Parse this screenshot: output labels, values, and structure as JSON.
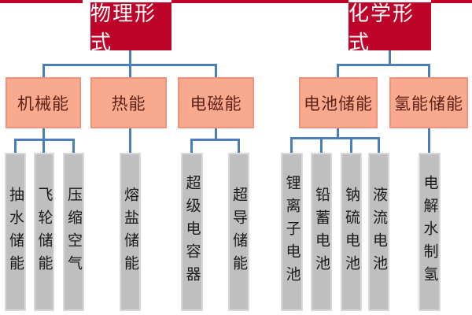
{
  "colors": {
    "accent_red": "#BE0429",
    "salmon_fill": "#F8A98E",
    "salmon_border": "#F0937C",
    "connector_blue": "#4A7EBC",
    "leaf_gray": "#BFBFBF",
    "level2_text": "#5E1F15"
  },
  "tree": {
    "physical": {
      "root": "物理形式",
      "branches": [
        {
          "label": "机械能",
          "leaves": [
            "抽水储能",
            "飞轮储能",
            "压缩空气"
          ]
        },
        {
          "label": "热能",
          "leaves": [
            "熔盐储能"
          ]
        },
        {
          "label": "电磁能",
          "leaves": [
            "超级电容器",
            "超导储能"
          ]
        }
      ]
    },
    "chemical": {
      "root": "化学形式",
      "branches": [
        {
          "label": "电池储能",
          "leaves": [
            "锂离子电池",
            "铅蓄电池",
            "钠硫电池",
            "液流电池"
          ]
        },
        {
          "label": "氢能储能",
          "leaves": [
            "电解水制氢"
          ]
        }
      ]
    }
  }
}
